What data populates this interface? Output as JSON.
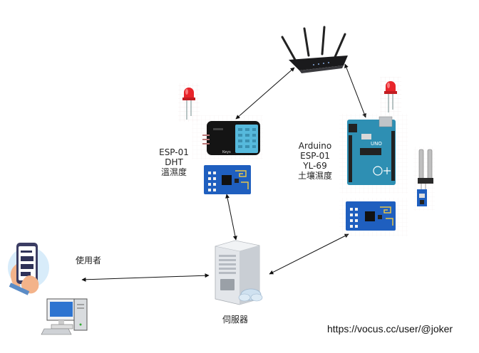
{
  "nodes": {
    "left_module": {
      "lines": [
        "ESP-01",
        "DHT",
        "溫濕度"
      ]
    },
    "right_module": {
      "lines": [
        "Arduino",
        "ESP-01",
        "YL-69",
        "土壤濕度"
      ]
    },
    "user": {
      "label": "使用者"
    },
    "server": {
      "label": "伺服器"
    },
    "dht_sensor": {
      "label": "Keys"
    }
  },
  "watermark": "https://vocus.cc/user/@joker",
  "colors": {
    "arrow": "#111111",
    "board_blue": "#1f5fbf",
    "arduino_teal": "#2e8fb3",
    "led_red": "#e8242a",
    "sensor_cyan": "#56b9dc",
    "router_dark": "#202022",
    "server_gray": "#cfd3d8"
  }
}
